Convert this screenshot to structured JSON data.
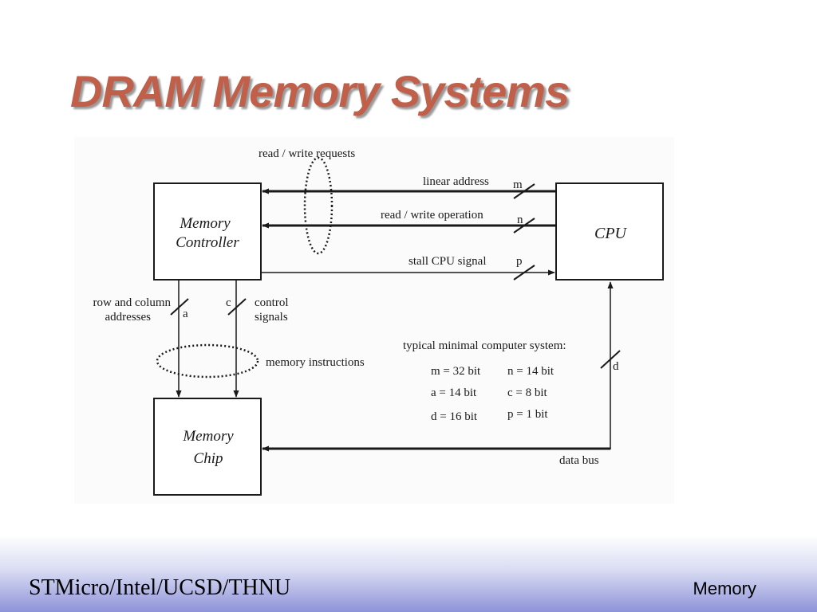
{
  "slide": {
    "title": "DRAM Memory Systems",
    "footer_left": "STMicro/Intel/UCSD/THNU",
    "footer_right": "Memory"
  },
  "diagram": {
    "memory_controller": [
      "Memory",
      "Controller"
    ],
    "cpu": "CPU",
    "memory_chip": [
      "Memory",
      "Chip"
    ],
    "read_write_requests": "read / write requests",
    "linear_address": "linear address",
    "read_write_operation": "read / write operation",
    "stall_cpu_signal": "stall CPU signal",
    "bus_m": "m",
    "bus_n": "n",
    "bus_p": "p",
    "row_col_addresses": [
      "row and column",
      "addresses"
    ],
    "bus_a": "a",
    "bus_c": "c",
    "control_signals": [
      "control",
      "signals"
    ],
    "memory_instructions": "memory instructions",
    "typical_system": "typical minimal computer system:",
    "specs": {
      "m": "m = 32 bit",
      "n": "n = 14 bit",
      "a": "a = 14 bit",
      "c": "c = 8 bit",
      "d": "d = 16 bit",
      "p": "p = 1 bit"
    },
    "bus_d": "d",
    "data_bus": "data bus"
  }
}
